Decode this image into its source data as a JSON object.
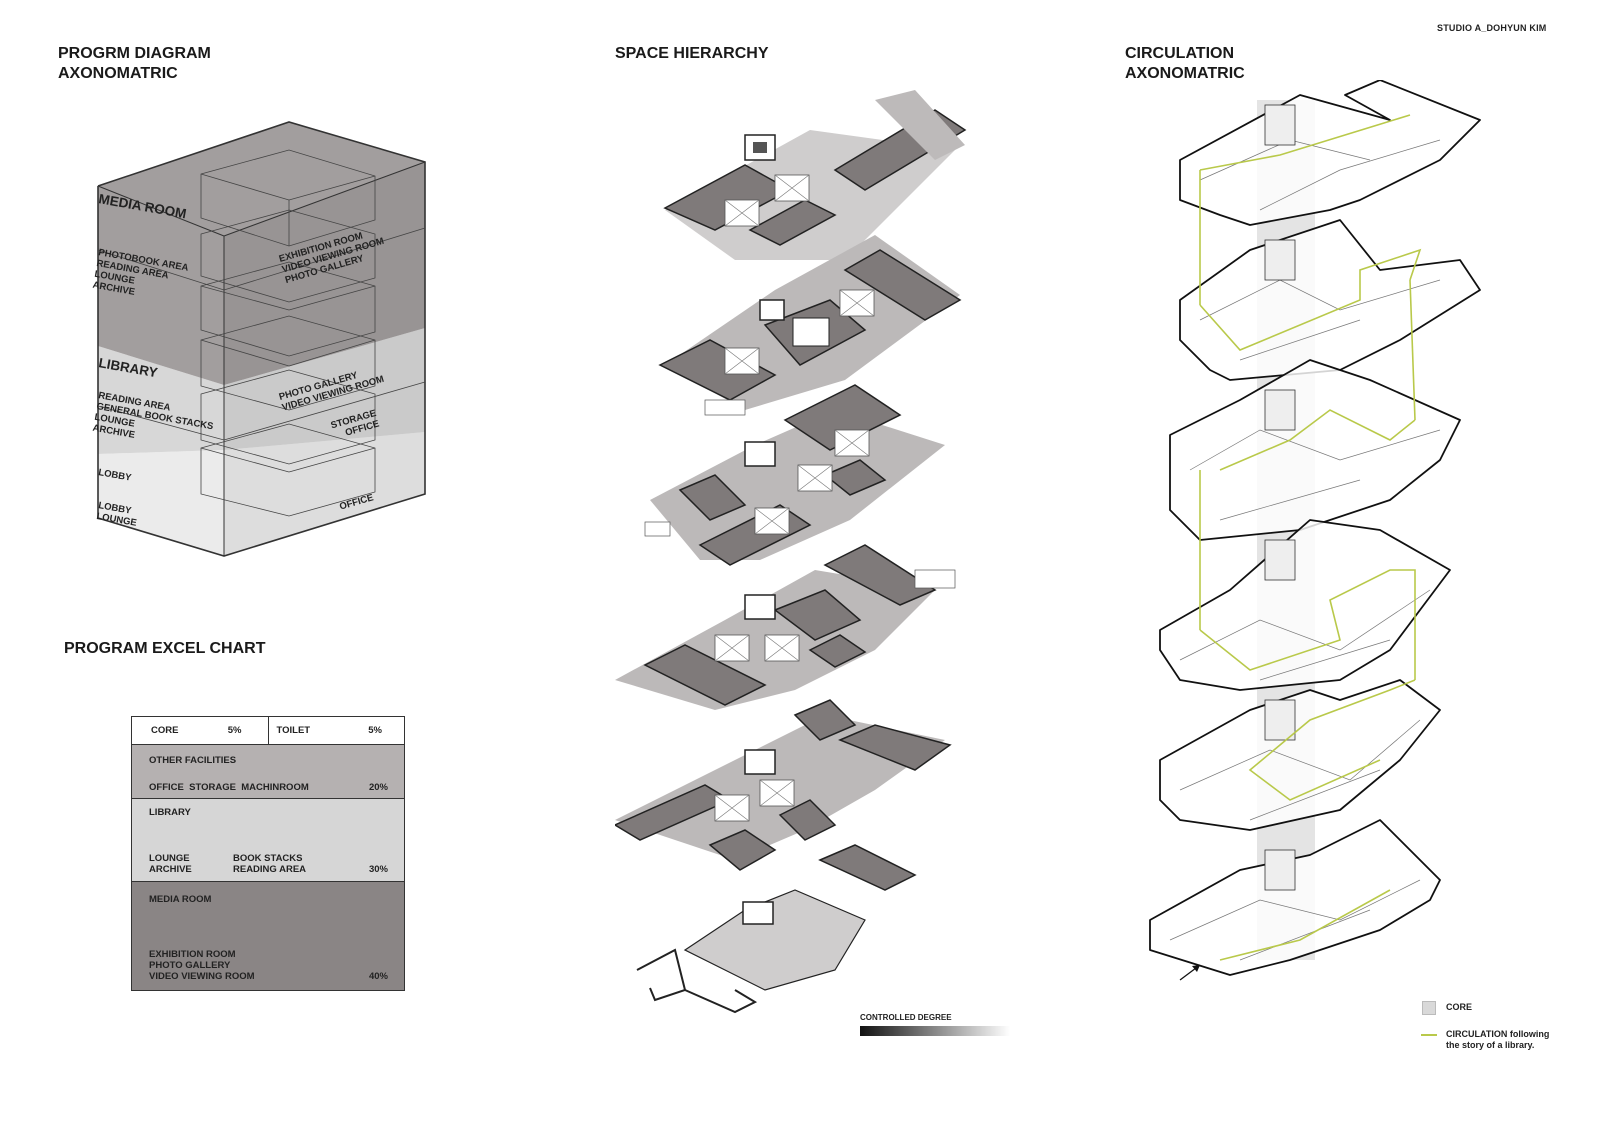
{
  "headers": {
    "studio": "STUDIO A_DOHYUN KIM",
    "program_diagram": "PROGRM DIAGRAM\n AXONOMATRIC",
    "space_hierarchy": "SPACE HIERARCHY",
    "circulation": "CIRCULATION\nAXONOMATRIC",
    "excel_chart": "PROGRAM EXCEL CHART"
  },
  "program_diagram": {
    "media_room": "MEDIA ROOM",
    "media_left": [
      "PHOTOBOOK AREA",
      "READING AREA",
      "LOUNGE",
      "ARCHIVE"
    ],
    "media_right": [
      "EXHIBITION ROOM",
      "VIDEO VIEWING ROOM",
      "PHOTO GALLERY"
    ],
    "library": "LIBRARY",
    "library_left": [
      "READING AREA",
      "GENERAL BOOK STACKS",
      "LOUNGE",
      "ARCHIVE"
    ],
    "library_right": [
      "PHOTO GALLERY",
      "VIDEO VIEWING ROOM",
      "STORAGE",
      "OFFICE"
    ],
    "lobby_top": "LOBBY",
    "lobby_bottom": [
      "LOBBY",
      "LOUNGE"
    ],
    "office": "OFFICE"
  },
  "excel": {
    "core_label": "CORE",
    "core_pct": "5%",
    "toilet_label": "TOILET",
    "toilet_pct": "5%",
    "other_title": "OTHER FACILITIES",
    "other_items": "OFFICE  STORAGE  MACHINROOM",
    "other_pct": "20%",
    "library_title": "LIBRARY",
    "library_col1_a": "LOUNGE",
    "library_col1_b": "ARCHIVE",
    "library_col2_a": "BOOK STACKS",
    "library_col2_b": "READING AREA",
    "library_pct": "30%",
    "media_title": "MEDIA ROOM",
    "media_a": "EXHIBITION ROOM",
    "media_b": "PHOTO GALLERY",
    "media_c": "VIDEO VIEWING ROOM",
    "media_pct": "40%",
    "colors": {
      "other": "#b5b1b1",
      "library": "#d6d6d6",
      "media": "#8a8585"
    }
  },
  "hierarchy_legend": {
    "label": "CONTROLLED DEGREE"
  },
  "circulation_legend": {
    "core": "CORE",
    "circulation_1": "CIRCULATION following",
    "circulation_2": "the story of a library.",
    "circulation_color": "#b9c94a",
    "core_color": "#d9d9d9"
  }
}
